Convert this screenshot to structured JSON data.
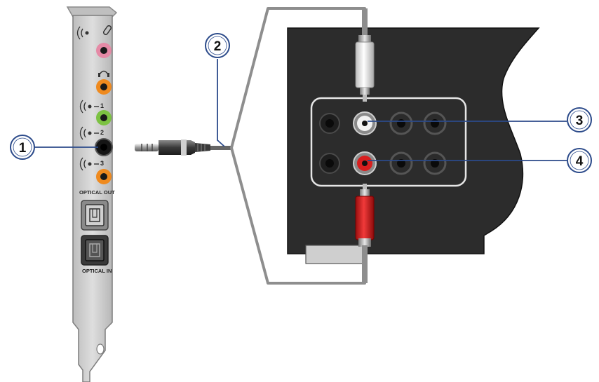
{
  "bracket": {
    "optical_out_label": "OPTICAL OUT",
    "optical_in_label": "OPTICAL IN",
    "jack_numbers": [
      "1",
      "2",
      "3"
    ]
  },
  "callouts": [
    "1",
    "2",
    "3",
    "4"
  ],
  "colors": {
    "pink_jack": "#e58aa6",
    "orange_jack": "#ef8a1e",
    "green_jack": "#7cc242",
    "black_jack": "#151515",
    "callout_line": "#2b4a8a",
    "bracket_fill": "#cfcfcf",
    "device_fill": "#2d2d2d",
    "rca_white": "#f2f2f2",
    "rca_red": "#d81f1f"
  },
  "icons": [
    "speaker-mic-icon",
    "headphone-icon",
    "speaker-icon",
    "optical-port-icon"
  ]
}
